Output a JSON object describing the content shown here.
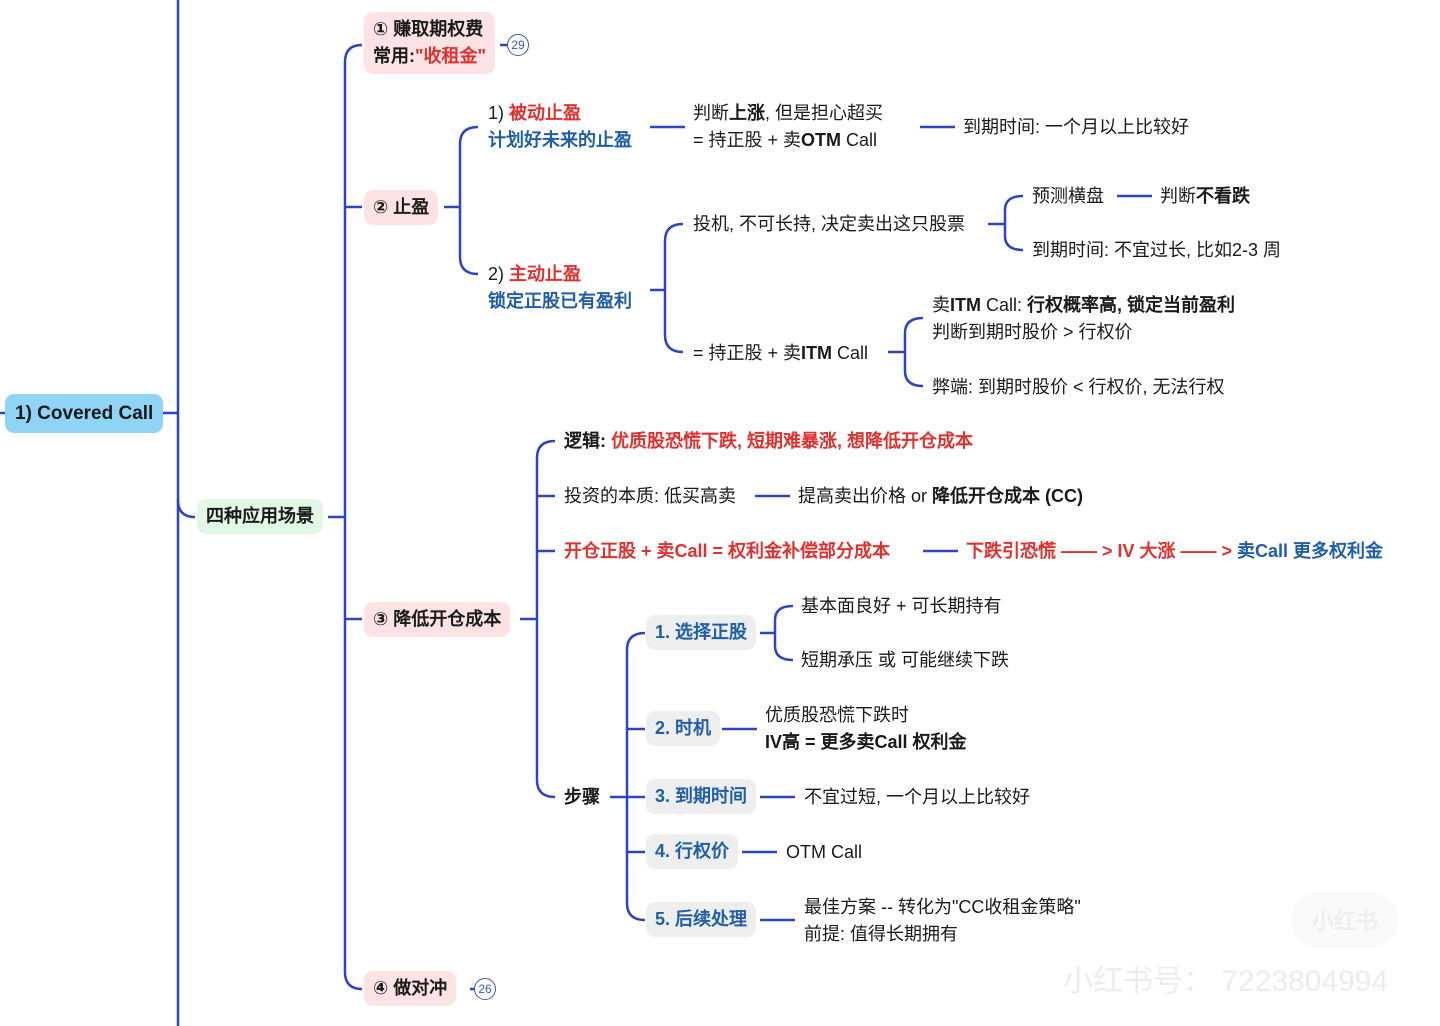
{
  "root": "1) Covered Call",
  "scenarios": "四种应用场景",
  "n1": {
    "line1": "① 赚取期权费",
    "line2_prefix": "常用:",
    "line2_red": "\"收租金\"",
    "badge": "29"
  },
  "n2": {
    "label": "② 止盈",
    "passive": {
      "prefix": "1) ",
      "title": "被动止盈",
      "subtitle": "计划好未来的止盈",
      "detail1_a": "判断",
      "detail1_b": "上涨",
      "detail1_c": ", 但是担心超买",
      "detail2_a": "= 持正股 + 卖",
      "detail2_b": "OTM",
      "detail2_c": " Call",
      "expiry": "到期时间: 一个月以上比较好"
    },
    "active": {
      "prefix": "2) ",
      "title": "主动止盈",
      "subtitle": "锁定正股已有盈利",
      "spec": "投机, 不可长持, 决定卖出这只股票",
      "sideways": "预测横盘",
      "judge_a": "判断",
      "judge_b": "不看跌",
      "expiry": "到期时间: 不宜过长, 比如2-3 周",
      "itm_a": "= 持正股 + 卖",
      "itm_b": "ITM",
      "itm_c": " Call",
      "itm1_a": "卖",
      "itm1_b": "ITM",
      "itm1_c": " Call: ",
      "itm1_d": "行权概率高, 锁定当前盈利",
      "itm2": "判断到期时股价 > 行权价",
      "itm3": "弊端: 到期时股价 < 行权价, 无法行权"
    }
  },
  "n3": {
    "label": "③ 降低开仓成本",
    "logic_a": "逻辑: ",
    "logic_b": "优质股恐慌下跌, 短期难暴涨, 想降低开仓成本",
    "essence": "投资的本质: 低买高卖",
    "essence2_a": "提高卖出价格 or ",
    "essence2_b": "降低开仓成本 (CC)",
    "open": "开仓正股 + 卖Call = 权利金补偿部分成本",
    "chain_a": "下跌引恐慌 —— > IV 大涨 —— > ",
    "chain_b": "卖Call 更多权利金",
    "steps_label": "步骤",
    "steps": [
      {
        "label": "1. 选择正股",
        "details": [
          "基本面良好 + 可长期持有",
          "短期承压 或 可能继续下跌"
        ]
      },
      {
        "label": "2. 时机",
        "details": [
          "优质股恐慌下跌时",
          "IV高 = 更多卖Call 权利金"
        ]
      },
      {
        "label": "3. 到期时间",
        "details": [
          "不宜过短, 一个月以上比较好"
        ]
      },
      {
        "label": "4. 行权价",
        "details": [
          "OTM Call"
        ]
      },
      {
        "label": "5. 后续处理",
        "details": [
          "最佳方案 -- 转化为\"CC收租金策略\"",
          "前提: 值得长期拥有"
        ]
      }
    ]
  },
  "n4": {
    "label": "④  做对冲",
    "badge": "26"
  },
  "watermark": {
    "logo": "小红书",
    "id": "小红书号： 7223804994"
  },
  "colors": {
    "line": "#2e44c4",
    "red": "#e0312f",
    "blue": "#1f5ea8"
  }
}
